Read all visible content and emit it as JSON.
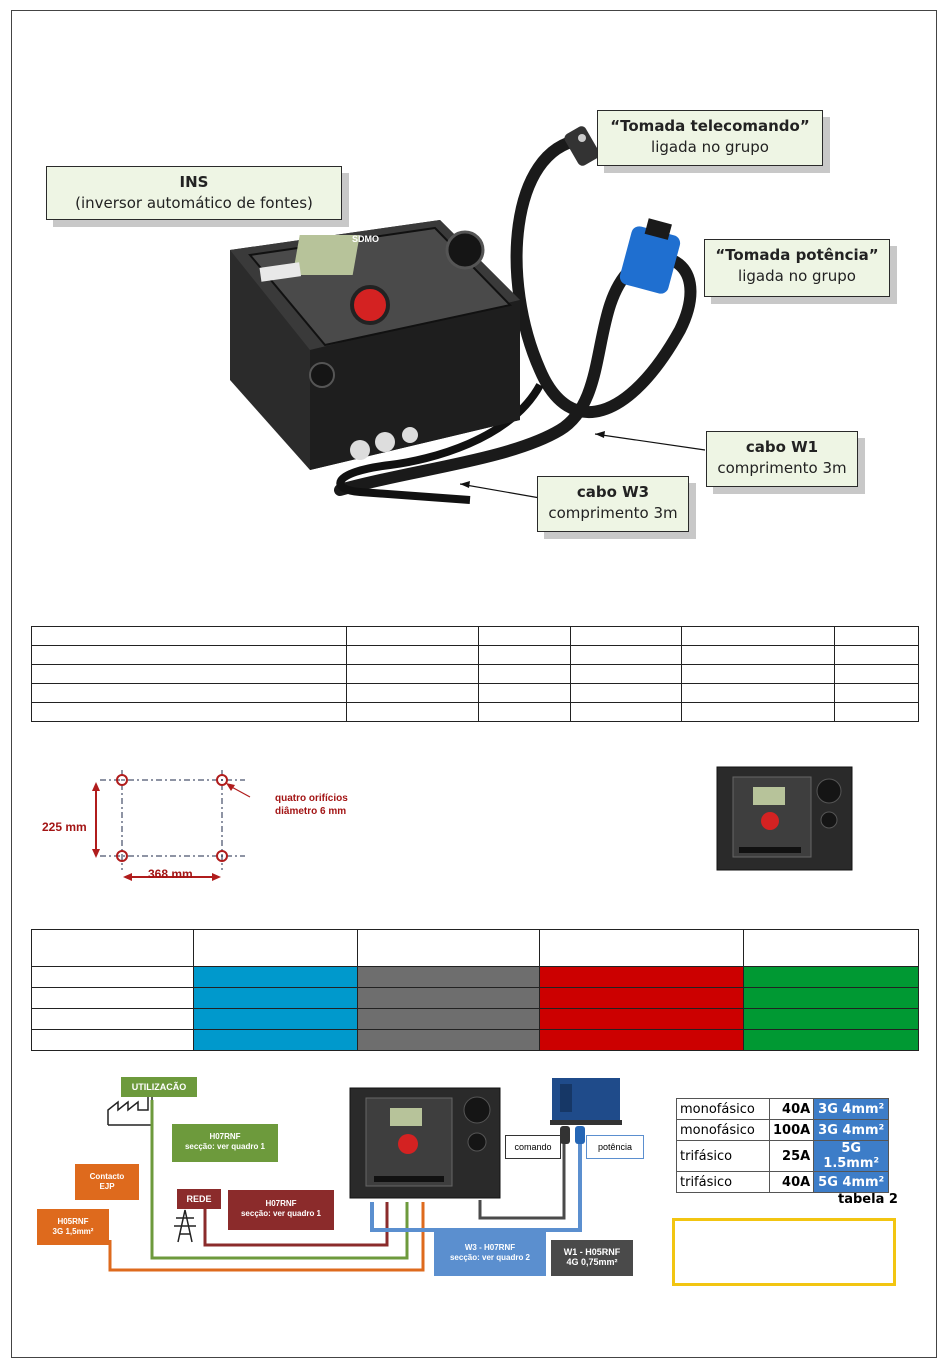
{
  "callouts": {
    "ins_title": "INS",
    "ins_sub": "(inversor automático de fontes)",
    "telecomando_title": "“Tomada telecomando”",
    "telecomando_sub": "ligada no grupo",
    "potencia_title": "“Tomada potência”",
    "potencia_sub": "ligada no grupo",
    "w1_title": "cabo W1",
    "w1_sub": "comprimento 3m",
    "w3_title": "cabo W3",
    "w3_sub": "comprimento 3m"
  },
  "device": {
    "brand": "SDMO"
  },
  "mounting": {
    "height_label": "225 mm",
    "width_label": "368 mm",
    "holes_line1": "quatro orifícios",
    "holes_line2": "diâmetro 6 mm"
  },
  "table1": {
    "rows": 5,
    "cols": 6
  },
  "table2": {
    "colors": [
      "#0099cc",
      "#6e6e6e",
      "#cc0000",
      "#009933"
    ]
  },
  "wiring": {
    "utilizacao": "UTILIZACÃO",
    "h07rnf_1": "H07RNF",
    "h07rnf_1_sub": "secção: ver quadro 1",
    "contacto_1": "Contacto",
    "contacto_2": "EJP",
    "h05rnf": "H05RNF",
    "h05rnf_sub": "3G 1,5mm²",
    "rede": "REDE",
    "h07rnf_2": "H07RNF",
    "h07rnf_2_sub": "secção: ver quadro 1",
    "comando": "comando",
    "potencia": "potência",
    "w3": "W3 - H07RNF",
    "w3_sub": "secção: ver quadro 2",
    "w1": "W1 - H05RNF",
    "w1_sub": "4G 0,75mm²",
    "colors": {
      "green": "#6d9a3c",
      "darkred": "#8b2b2b",
      "orange": "#de6a1d",
      "blue": "#5b8fcf",
      "gray": "#4a4a4a"
    }
  },
  "tabela2": {
    "rows": [
      {
        "type": "monofásico",
        "amps": "40A",
        "section": "3G 4mm²"
      },
      {
        "type": "monofásico",
        "amps": "100A",
        "section": "3G 4mm²"
      },
      {
        "type": "trifásico",
        "amps": "25A",
        "section": "5G 1.5mm²"
      },
      {
        "type": "trifásico",
        "amps": "40A",
        "section": "5G 4mm²"
      }
    ],
    "caption": "tabela 2"
  }
}
